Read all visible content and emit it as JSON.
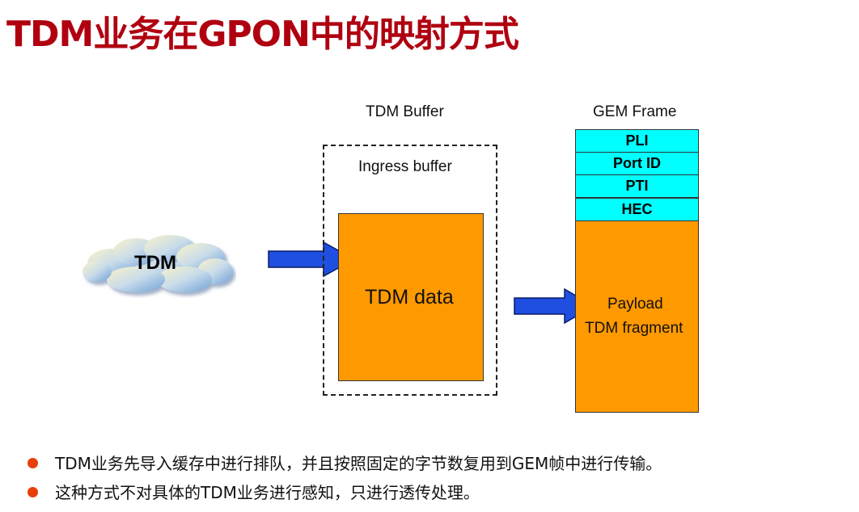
{
  "title": "TDM业务在GPON中的映射方式",
  "diagram": {
    "source_label": "TDM",
    "tdm_buffer_label": "TDM Buffer",
    "ingress_buffer_label": "Ingress buffer",
    "tdm_data_label": "TDM data",
    "gem_frame_label": "GEM Frame",
    "gem_header_fields": [
      "PLI",
      "Port ID",
      "PTI",
      "HEC"
    ],
    "payload_line1": "Payload",
    "payload_line2": "TDM fragment",
    "colors": {
      "title": "#b00010",
      "data_fill": "#ff9900",
      "header_fill": "#00ffff",
      "arrow_fill": "#1f4fe0",
      "bullet_dot": "#e8400a"
    }
  },
  "bullets": [
    "TDM业务先导入缓存中进行排队，并且按照固定的字节数复用到GEM帧中进行传输。",
    "这种方式不对具体的TDM业务进行感知，只进行透传处理。"
  ]
}
